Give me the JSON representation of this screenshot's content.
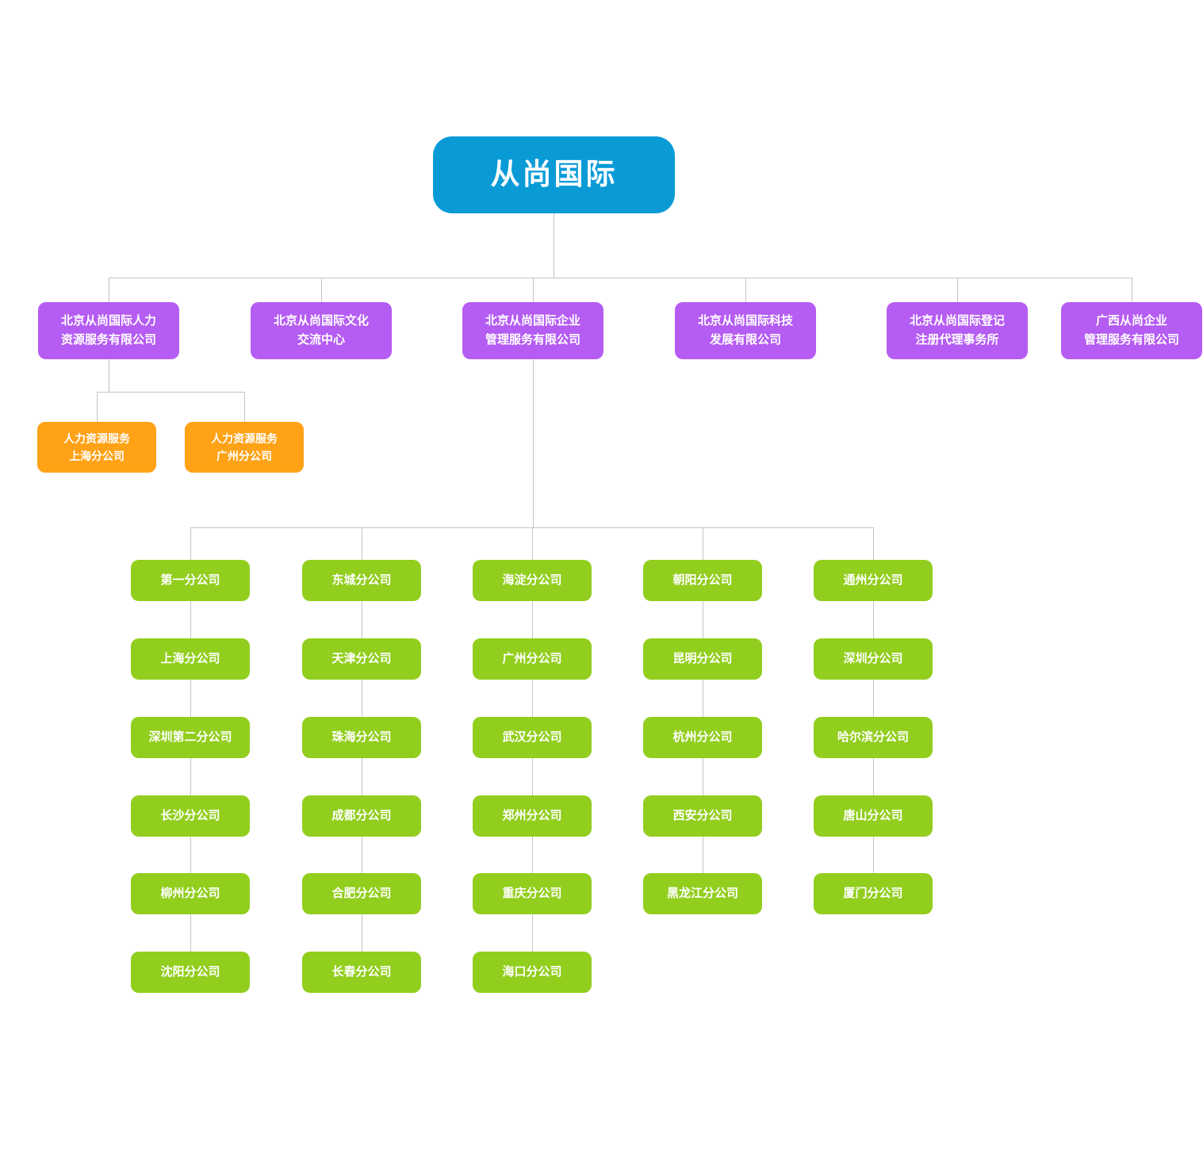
{
  "org": {
    "colors": {
      "root": "#0a9bd7",
      "subsidiary": "#b55cf2",
      "hr_branch": "#ffa216",
      "branch": "#92ce1e",
      "connector": "#c4c4c4",
      "text": "#ffffff"
    },
    "root": {
      "label": "从尚国际"
    },
    "subsidiaries": [
      {
        "label": "北京从尚国际人力\n资源服务有限公司"
      },
      {
        "label": "北京从尚国际文化\n交流中心"
      },
      {
        "label": "北京从尚国际企业\n管理服务有限公司"
      },
      {
        "label": "北京从尚国际科技\n发展有限公司"
      },
      {
        "label": "北京从尚国际登记\n注册代理事务所"
      },
      {
        "label": "广西从尚企业\n管理服务有限公司"
      }
    ],
    "hr_branches": [
      {
        "label": "人力资源服务\n上海分公司"
      },
      {
        "label": "人力资源服务\n广州分公司"
      }
    ],
    "branch_columns": [
      {
        "items": [
          "第一分公司",
          "上海分公司",
          "深圳第二分公司",
          "长沙分公司",
          "柳州分公司",
          "沈阳分公司"
        ]
      },
      {
        "items": [
          "东城分公司",
          "天津分公司",
          "珠海分公司",
          "成都分公司",
          "合肥分公司",
          "长春分公司"
        ]
      },
      {
        "items": [
          "海淀分公司",
          "广州分公司",
          "武汉分公司",
          "郑州分公司",
          "重庆分公司",
          "海口分公司"
        ]
      },
      {
        "items": [
          "朝阳分公司",
          "昆明分公司",
          "杭州分公司",
          "西安分公司",
          "黑龙江分公司"
        ]
      },
      {
        "items": [
          "通州分公司",
          "深圳分公司",
          "哈尔滨分公司",
          "唐山分公司",
          "厦门分公司"
        ]
      }
    ]
  }
}
